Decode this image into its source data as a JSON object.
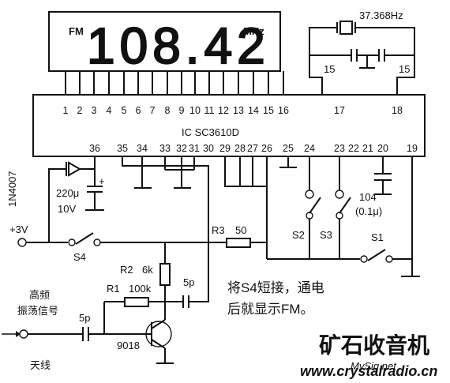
{
  "display": {
    "band": "FM",
    "freq": "108.42",
    "unit": "MHz"
  },
  "crystal": {
    "freq": "37.368Hz",
    "cap_left": "15",
    "cap_right": "15"
  },
  "ic": {
    "name": "IC  SC3610D"
  },
  "pins_top": [
    "1",
    "2",
    "3",
    "4",
    "5",
    "6",
    "7",
    "8",
    "9",
    "10",
    "11",
    "12",
    "13",
    "14",
    "15",
    "16",
    "17",
    "18"
  ],
  "pins_bottom": [
    "36",
    "35",
    "34",
    "33",
    "32",
    "31",
    "30",
    "29",
    "28",
    "27",
    "26",
    "25",
    "24",
    "23",
    "22",
    "21",
    "20",
    "19"
  ],
  "components": {
    "diode": "1N4007",
    "cap_main": "220μ",
    "cap_main_v": "10V",
    "supply": "+3V",
    "s4": "S4",
    "r3": "R3",
    "r3_val": "50",
    "r2": "R2",
    "r2_val": "6k",
    "r1": "R1",
    "r1_val": "100k",
    "c_5p_right": "5p",
    "c_5p_left": "5p",
    "transistor": "9018",
    "s1": "S1",
    "s2": "S2",
    "s3": "S3",
    "c104": "104",
    "c104_val": "(0.1μ)"
  },
  "labels": {
    "input_line1": "高频",
    "input_line2": "振荡信号",
    "antenna": "天线",
    "note_line1": "将S4短接，通电",
    "note_line2": "后就显示FM。"
  },
  "watermark": {
    "title": "矿石收音机",
    "url": "www.crystalradio.cn",
    "faint": "MySig.net"
  }
}
